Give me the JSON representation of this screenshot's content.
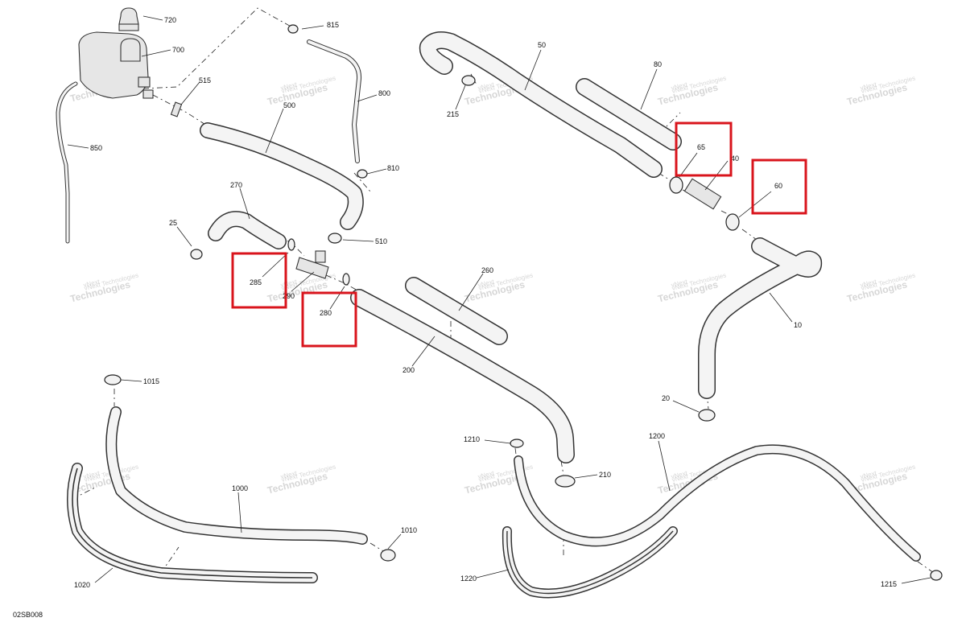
{
  "diagram_code": "02SB008",
  "watermark": {
    "line1": "vNext",
    "line2": "Technologies",
    "line3": "vNext Technologies"
  },
  "parts": {
    "p720": "720",
    "p815": "815",
    "p700": "700",
    "p515": "515",
    "p500": "500",
    "p800": "800",
    "p850": "850",
    "p810": "810",
    "p270": "270",
    "p25": "25",
    "p510": "510",
    "p285": "285",
    "p290": "290",
    "p280": "280",
    "p260": "260",
    "p200": "200",
    "p50": "50",
    "p80": "80",
    "p215": "215",
    "p65": "65",
    "p40": "40",
    "p60": "60",
    "p10": "10",
    "p20": "20",
    "p1015": "1015",
    "p1000": "1000",
    "p1010": "1010",
    "p1020": "1020",
    "p1210": "1210",
    "p210": "210",
    "p1200": "1200",
    "p1220": "1220",
    "p1215": "1215"
  },
  "highlighted_parts": [
    "285",
    "280",
    "65",
    "60"
  ],
  "colors": {
    "highlight": "#d9141c",
    "line": "#333333"
  }
}
